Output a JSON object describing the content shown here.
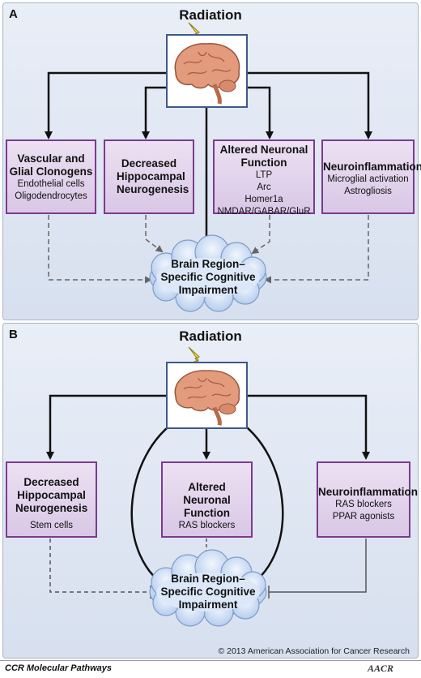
{
  "panel_a": {
    "letter": "A",
    "title": "Radiation",
    "boxes": [
      {
        "head": "Vascular and Glial Clonogens",
        "subs": [
          "Endothelial cells",
          "Oligodendrocytes"
        ]
      },
      {
        "head": "Decreased Hippocampal Neurogenesis",
        "subs": []
      },
      {
        "head": "Altered Neuronal Function",
        "subs": [
          "LTP",
          "Arc",
          "Homer1a",
          "NMDAR/GABAR/GluR"
        ]
      },
      {
        "head": "Neuroinflammation",
        "subs": [
          "Microglial activation",
          "Astrogliosis"
        ]
      }
    ],
    "outcome": [
      "Brain Region–",
      "Specific Cognitive",
      "Impairment"
    ]
  },
  "panel_b": {
    "letter": "B",
    "title": "Radiation",
    "boxes": [
      {
        "head": "Decreased Hippocampal Neurogenesis",
        "subs": [
          "Stem cells"
        ]
      },
      {
        "head": "Altered Neuronal Function",
        "subs": [
          "RAS blockers"
        ]
      },
      {
        "head": "Neuroinflammation",
        "subs": [
          "RAS blockers",
          "PPAR agonists"
        ]
      }
    ],
    "outcome": [
      "Brain Region–",
      "Specific Cognitive",
      "Impairment"
    ]
  },
  "footer": {
    "copyright": "© 2013 American Association for Cancer Research",
    "journal": "CCR Molecular Pathways",
    "logo_text": "AACR"
  },
  "colors": {
    "box_border": "#7d3a8d",
    "box_fill": "#ddd0e9",
    "panel_bg": "#dfe6f2",
    "cloud_fill": "#cfe0f7",
    "arrow": "#111111"
  }
}
